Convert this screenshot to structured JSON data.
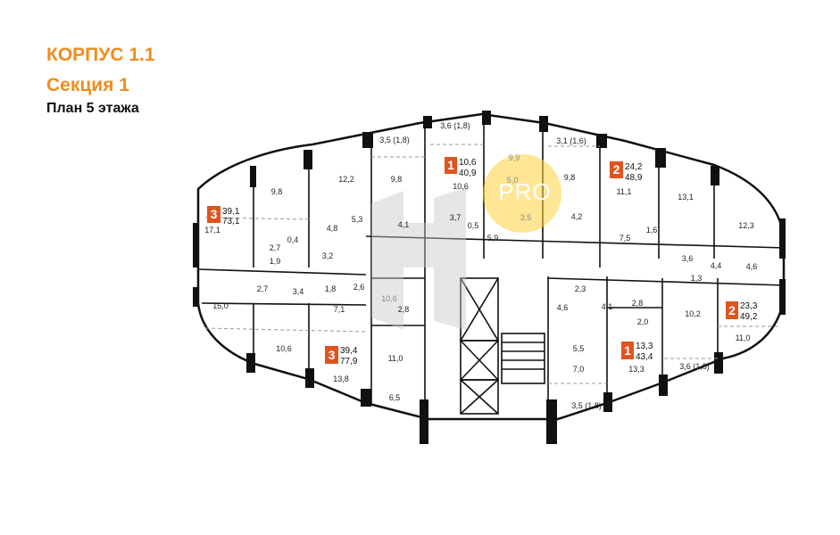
{
  "header": {
    "building": "КОРПУС 1.1",
    "section": "Секция 1",
    "floor_plan": "План 5 этажа"
  },
  "colors": {
    "accent": "#F08C1E",
    "badge": "#E0541E",
    "wall": "#111111",
    "watermark": "#FFD23C"
  },
  "watermark": {
    "text": "PRO"
  },
  "apartments": [
    {
      "rooms": "3",
      "living": "39,1",
      "total": "73,1"
    },
    {
      "rooms": "1",
      "living": "10,6",
      "total": "40,9"
    },
    {
      "rooms": "2",
      "living": "24,2",
      "total": "48,9"
    },
    {
      "rooms": "2",
      "living": "23,3",
      "total": "49,2"
    },
    {
      "rooms": "3",
      "living": "39,4",
      "total": "77,9"
    },
    {
      "rooms": "1",
      "living": "13,3",
      "total": "43,4"
    }
  ],
  "room_areas": [
    "3,6 (1,8)",
    "3,5 (1,8)",
    "3,1 (1,6)",
    "9,9",
    "9,8",
    "12,2",
    "9,8",
    "10,6",
    "5,0",
    "9,8",
    "11,1",
    "13,1",
    "17,1",
    "4,8",
    "5,3",
    "4,1",
    "3,7",
    "0,5",
    "3,5",
    "4,2",
    "12,3",
    "2,7",
    "0,4",
    "1,9",
    "3,2",
    "5,9",
    "7,5",
    "1,6",
    "3,6",
    "4,4",
    "4,6",
    "1,3",
    "15,0",
    "2,7",
    "3,4",
    "1,8",
    "2,6",
    "10,6",
    "2,8",
    "7,1",
    "2,3",
    "4,6",
    "4,1",
    "2,8",
    "2,0",
    "10,2",
    "11,0",
    "10,6",
    "11,0",
    "13,8",
    "6,5",
    "5,5",
    "7,0",
    "13,3",
    "3,6 (1,8)",
    "3,5 (1,8)"
  ]
}
